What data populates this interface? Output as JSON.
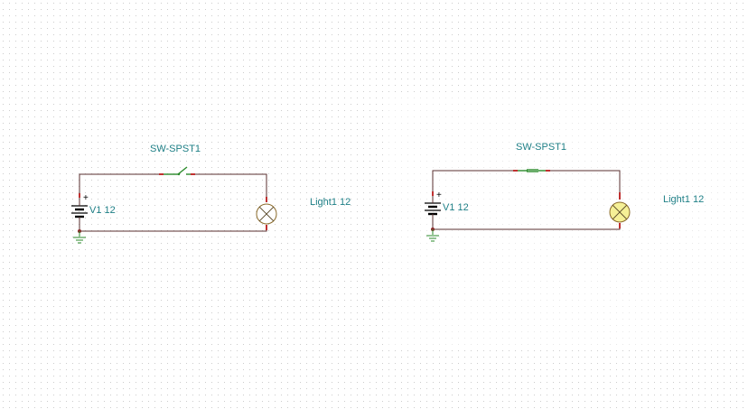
{
  "circuits": [
    {
      "switch_label": "SW-SPST1",
      "switch_state": "open",
      "source_label": "V1 12",
      "source_polarity": "+",
      "lamp_label": "Light1 12",
      "lamp_lit": false
    },
    {
      "switch_label": "SW-SPST1",
      "switch_state": "closed",
      "source_label": "V1 12",
      "source_polarity": "+",
      "lamp_label": "Light1 12",
      "lamp_lit": true
    }
  ],
  "colors": {
    "label": "#1e7f86",
    "wire": "#5a2f2f",
    "terminal": "#c03030",
    "switch": "#2a8a2a",
    "ground": "#2a8a2a",
    "lamp_off": "#ffffff",
    "lamp_on": "#f5f096",
    "grid_dot": "#c8c8c8"
  }
}
